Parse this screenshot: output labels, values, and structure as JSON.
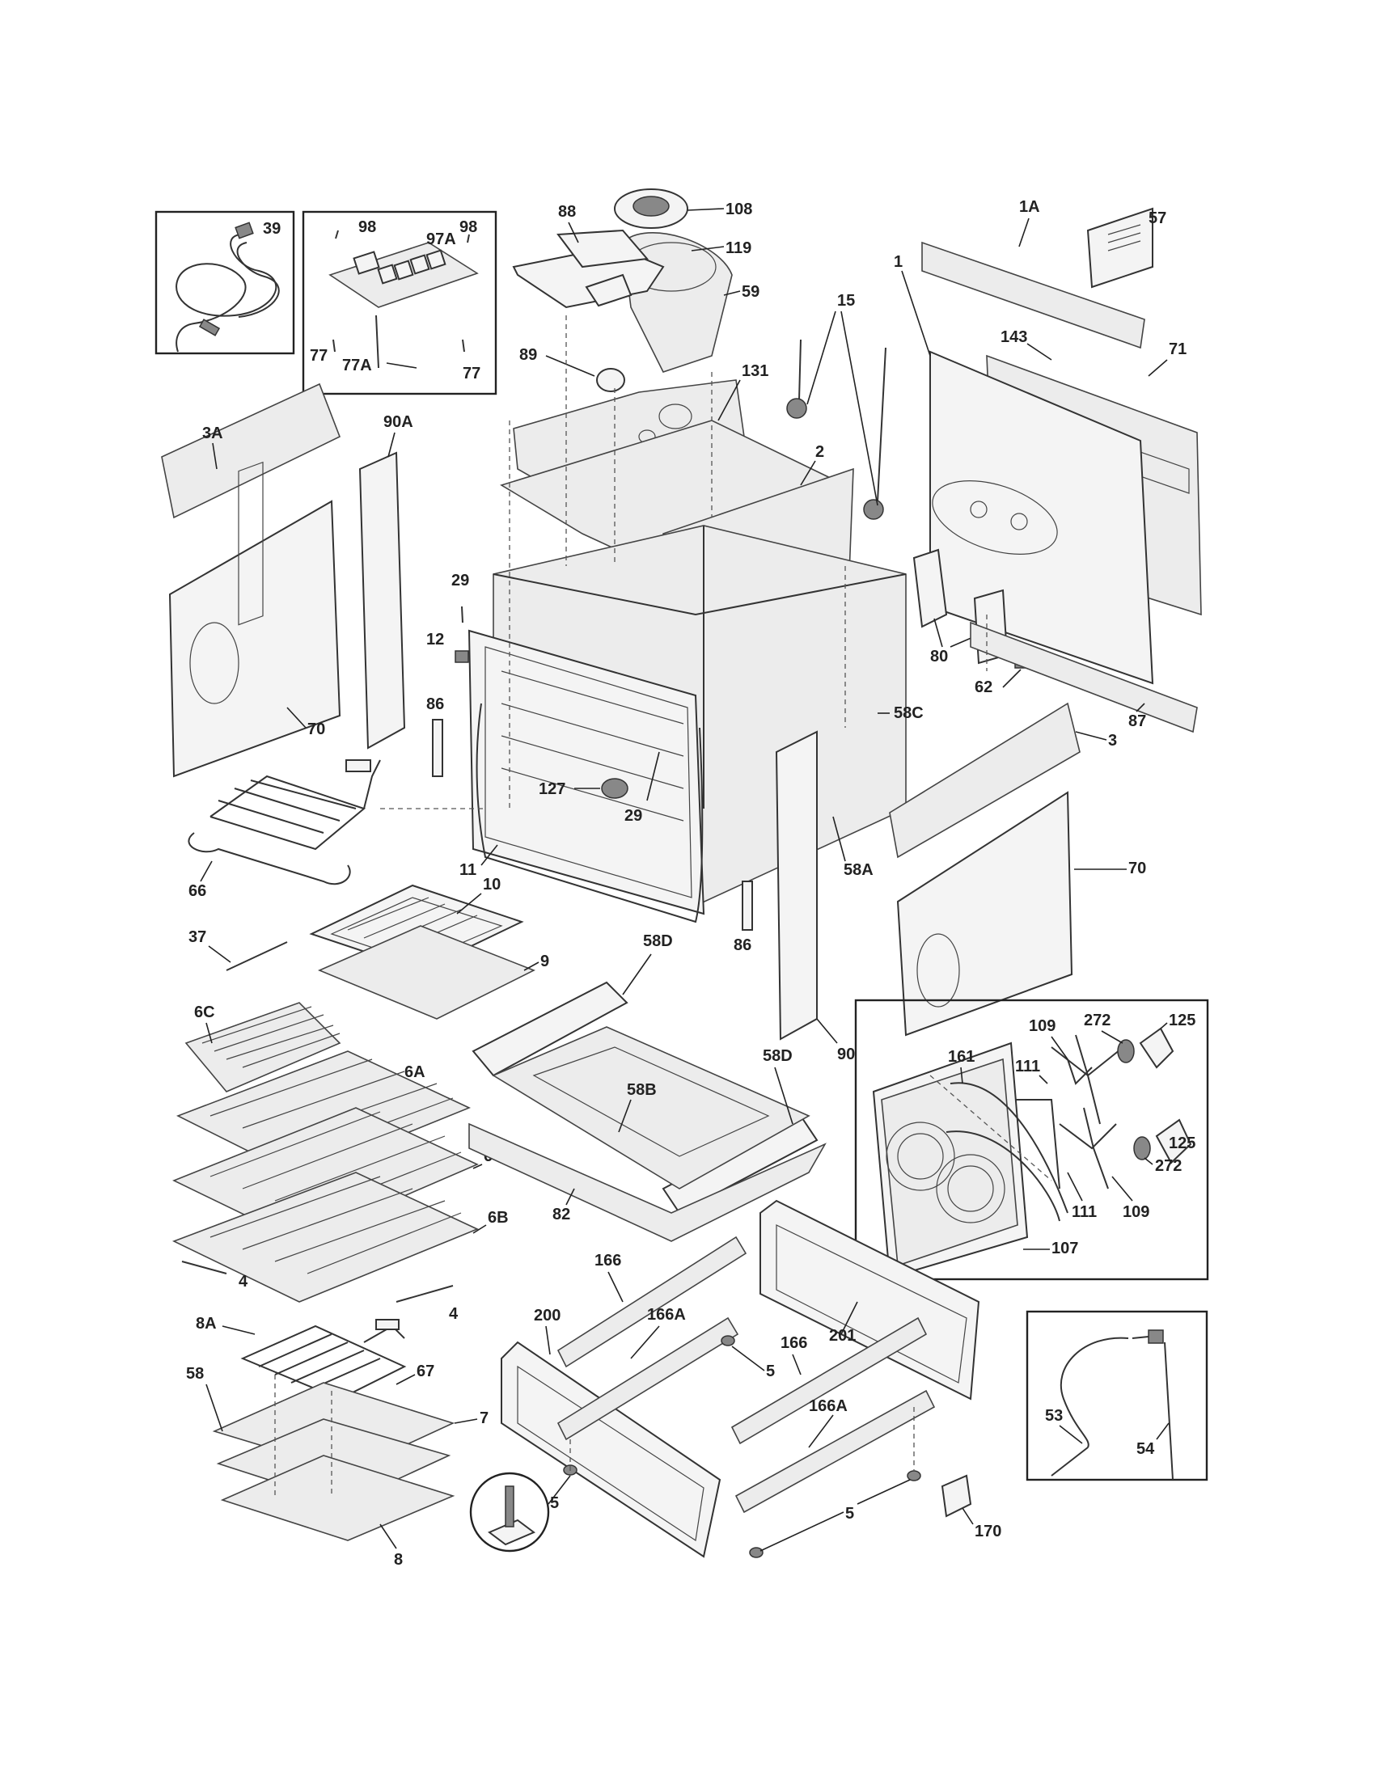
{
  "labels": {
    "l39": "39",
    "l98a": "98",
    "l98b": "98",
    "l97a": "97A",
    "l77a": "77",
    "l77b": "77",
    "l77c": "77A",
    "l88": "88",
    "l108": "108",
    "l119": "119",
    "l59": "59",
    "l89": "89",
    "l131": "131",
    "l15": "15",
    "l2": "2",
    "l1a": "1A",
    "l57": "57",
    "l1": "1",
    "l143": "143",
    "l71": "71",
    "l3a": "3A",
    "l90a": "90A",
    "l29a": "29",
    "l12": "12",
    "l86a": "86",
    "l70a": "70",
    "l127": "127",
    "l29b": "29",
    "l11": "11",
    "l58a": "58A",
    "l58c": "58C",
    "l80": "80",
    "l62": "62",
    "l87": "87",
    "l3": "3",
    "l70b": "70",
    "l66": "66",
    "l10": "10",
    "l37": "37",
    "l9": "9",
    "l58d1": "58D",
    "l86b": "86",
    "l90": "90",
    "l6c": "6C",
    "l6a": "6A",
    "l58d2": "58D",
    "l58b": "58B",
    "l82": "82",
    "l6": "6",
    "l6b": "6B",
    "l4a": "4",
    "l4b": "4",
    "l109a": "109",
    "l272a": "272",
    "l125a": "125",
    "l161": "161",
    "l111a": "111",
    "l125b": "125",
    "l272b": "272",
    "l111b": "111",
    "l109b": "109",
    "l107": "107",
    "l166a": "166",
    "l200": "200",
    "l166aa": "166A",
    "l201": "201",
    "l5a": "5",
    "l166b": "166",
    "l166ab": "166A",
    "l8a": "8A",
    "l58": "58",
    "l67": "67",
    "l7": "7",
    "l5b": "5",
    "l5c": "5",
    "l170": "170",
    "l8": "8",
    "l53": "53",
    "l54": "54"
  }
}
